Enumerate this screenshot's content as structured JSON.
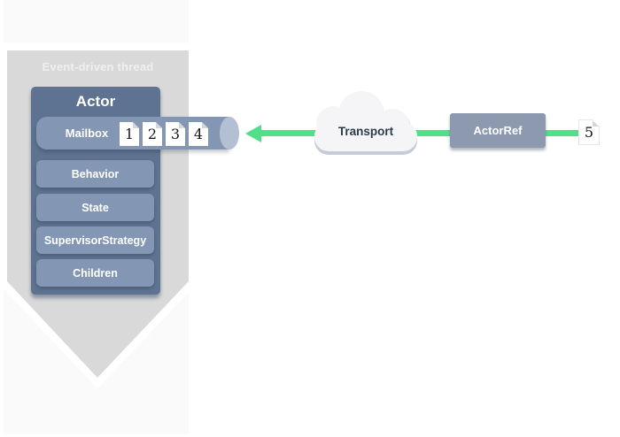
{
  "thread_label": "Event-driven thread",
  "actor": {
    "title": "Actor",
    "mailbox_label": "Mailbox",
    "messages": [
      "1",
      "2",
      "3",
      "4"
    ],
    "components": [
      "Behavior",
      "State",
      "SupervisorStrategy",
      "Children"
    ]
  },
  "transport_label": "Transport",
  "actorref_label": "ActorRef",
  "incoming_message": "5",
  "colors": {
    "panel_bg": "#fafafa",
    "arrow_bg": "#d9d9d9",
    "actor_header": "#5d7391",
    "component_fill": "#8396b4",
    "cylinder_cap": "#b3bfd2",
    "actorref_fill": "#8c99ae",
    "accent_green": "#52df8c",
    "cloud_fill": "#f5f5f7",
    "cloud_shadow": "#c6cbd8",
    "transport_text": "#2b3b4d"
  }
}
